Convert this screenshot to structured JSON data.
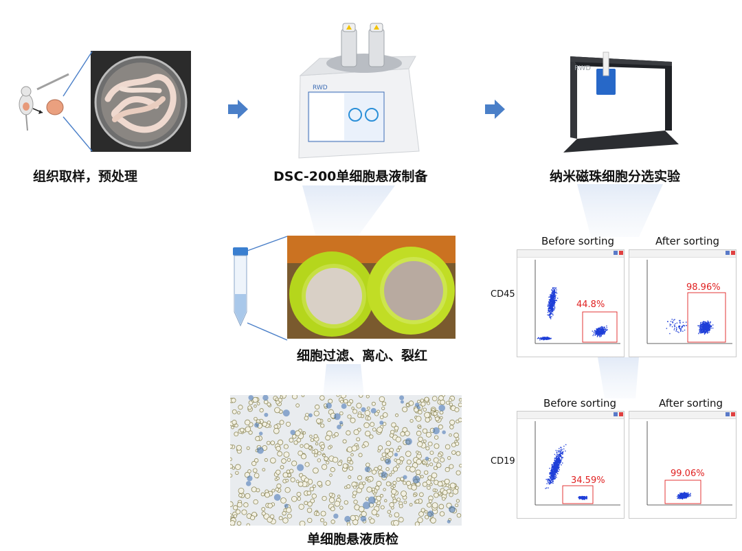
{
  "steps": {
    "s1": "组织取样，预处理",
    "s2": "DSC-200单细胞悬液制备",
    "s3": "纳米磁珠细胞分选实验",
    "s4": "细胞过滤、离心、裂红",
    "s5": "单细胞悬液质检"
  },
  "device_brand": "RWD",
  "sorting": {
    "before": "Before sorting",
    "after": "After sorting",
    "rows": [
      {
        "marker": "CD45",
        "before_pct": "44.8%",
        "after_pct": "98.96%"
      },
      {
        "marker": "CD19",
        "before_pct": "34.59%",
        "after_pct": "99.06%"
      }
    ]
  },
  "colors": {
    "arrow": "#4a7fc8",
    "dots": "#1f3fd8",
    "gate": "#e02020"
  }
}
